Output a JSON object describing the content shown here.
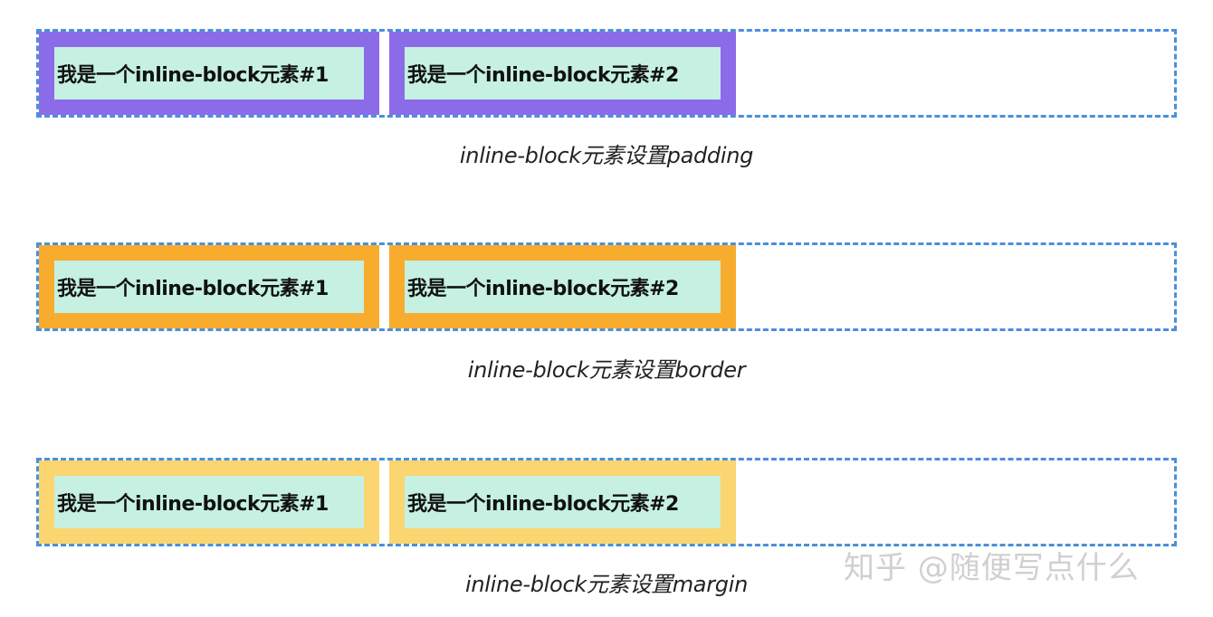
{
  "rows": [
    {
      "box1_label": "我是一个inline-block元素#1",
      "box2_label": "我是一个inline-block元素#2",
      "caption": "inline-block元素设置padding",
      "color": "#8c6be8"
    },
    {
      "box1_label": "我是一个inline-block元素#1",
      "box2_label": "我是一个inline-block元素#2",
      "caption": "inline-block元素设置border",
      "color": "#f8ac2e"
    },
    {
      "box1_label": "我是一个inline-block元素#1",
      "box2_label": "我是一个inline-block元素#2",
      "caption": "inline-block元素设置margin",
      "color": "#fbd570"
    }
  ],
  "inner_color": "#c5f0e2",
  "container_border_color": "#4a90d9",
  "watermark": "知乎 @随便写点什么"
}
